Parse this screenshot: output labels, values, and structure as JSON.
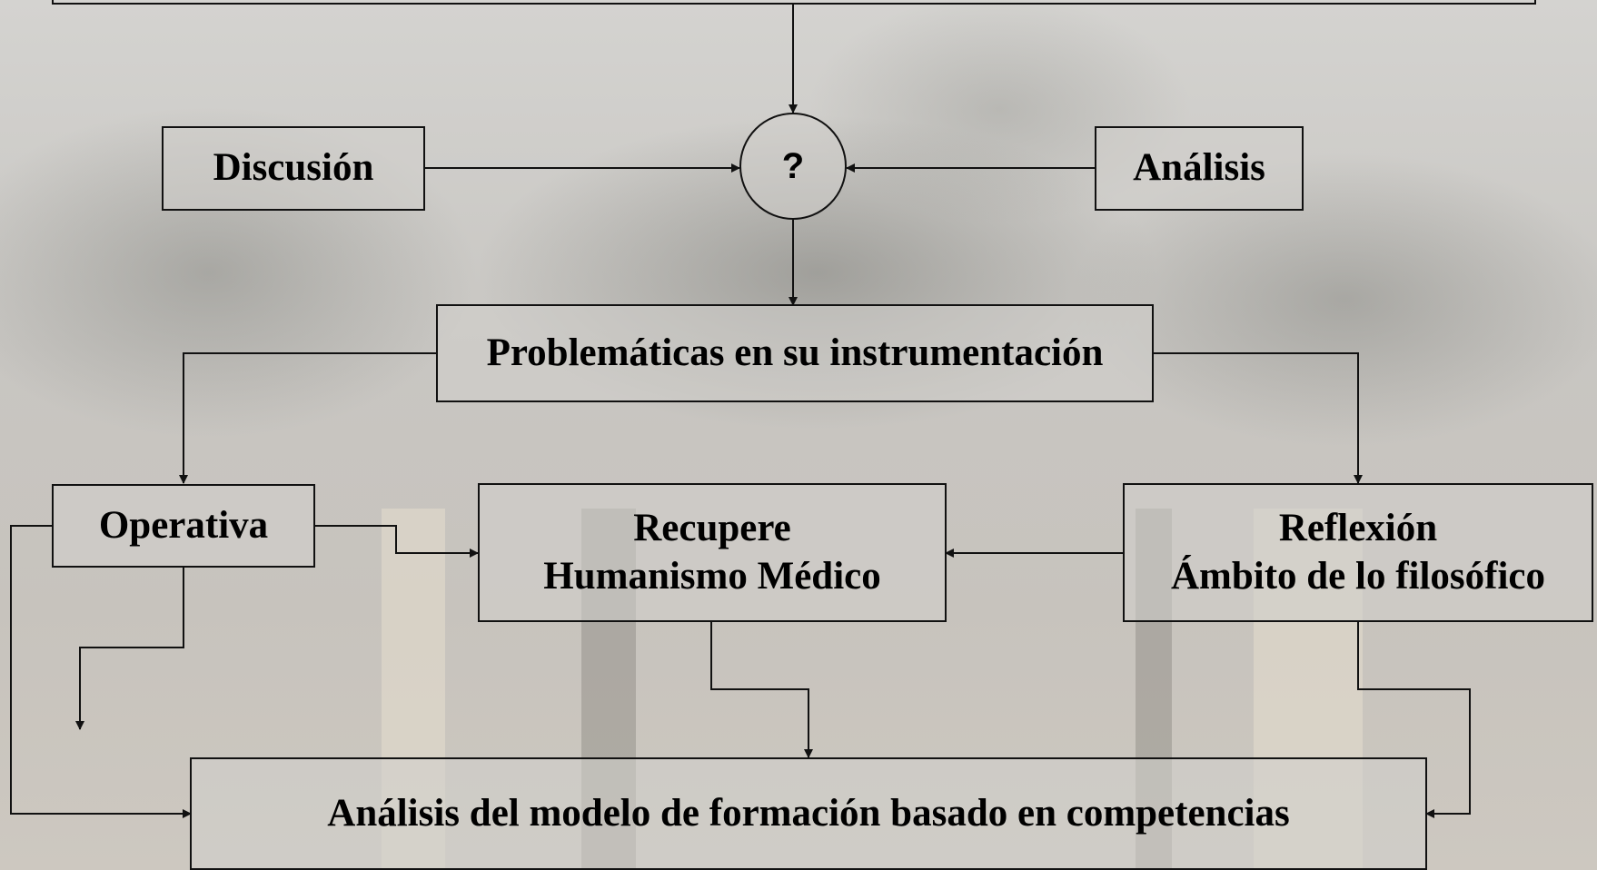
{
  "diagram": {
    "center_symbol": "?",
    "nodes": {
      "discusion": "Discusión",
      "analisis": "Análisis",
      "problematicas": "Problemáticas en su instrumentación",
      "operativa": "Operativa",
      "recupere": [
        "Recupere",
        "Humanismo Médico"
      ],
      "reflexion": [
        "Reflexión",
        "Ámbito de lo filosófico"
      ],
      "modelo": "Análisis del modelo de formación basado en competencias"
    }
  }
}
